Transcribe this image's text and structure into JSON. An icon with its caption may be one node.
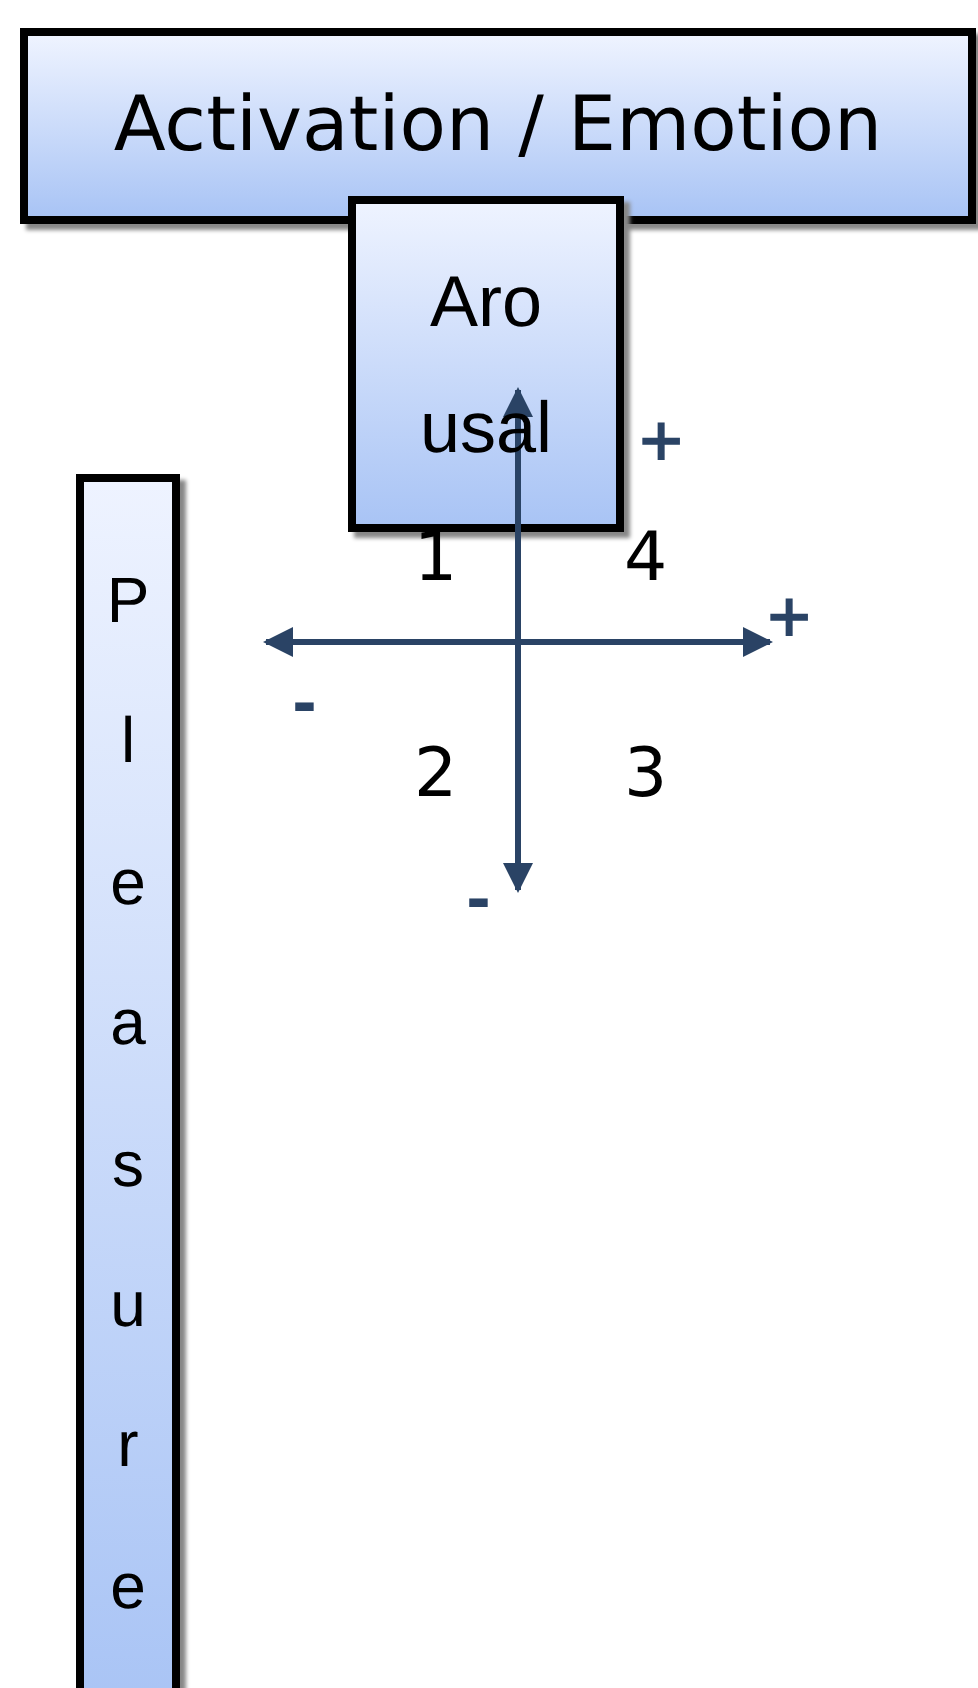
{
  "diagram": {
    "nodes": [
      {
        "text": [
          "Activation / Emotion"
        ]
      },
      {
        "text": [
          "Arousal"
        ]
      },
      {
        "text": [
          "Pleasure"
        ]
      }
    ],
    "labels": [
      "+",
      "1",
      "4",
      "+",
      "-",
      "2",
      "3",
      "-"
    ]
  }
}
